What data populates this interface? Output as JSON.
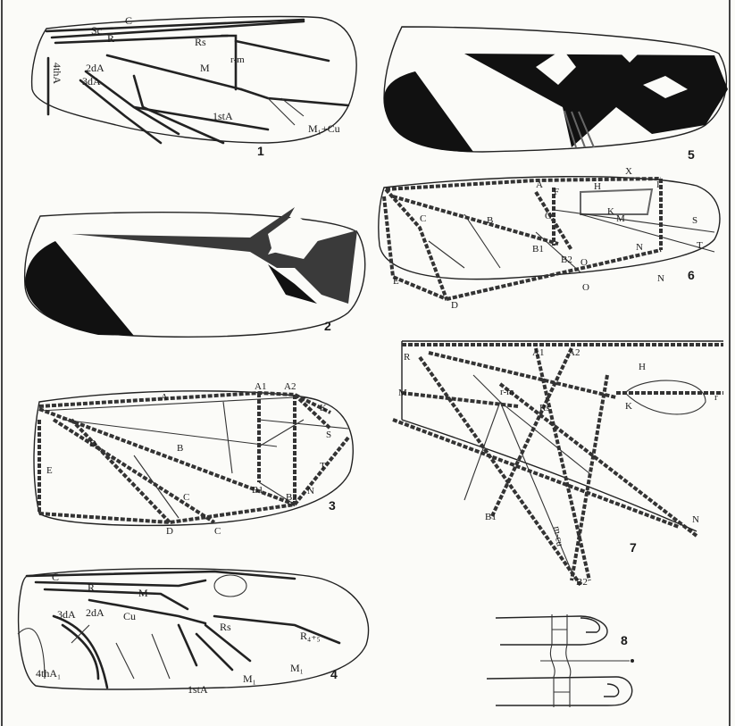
{
  "figures": {
    "fig1": {
      "number": "1",
      "labels": {
        "c": "C",
        "sc": "Sc",
        "r": "R",
        "rs": "Rs",
        "rm": "r-m",
        "m": "M",
        "m1cu": "M₁+Cu",
        "a1": "1stA",
        "a2": "2dA",
        "a3": "3dA",
        "a4": "4thA"
      }
    },
    "fig2": {
      "number": "2"
    },
    "fig3": {
      "number": "3",
      "labels": {
        "a": "A",
        "a1": "A1",
        "a2": "A2",
        "k": "K",
        "s": "S",
        "t": "T",
        "b": "B",
        "b1": "B1",
        "b2": "B2",
        "n": "N",
        "c": "C",
        "c2": "C",
        "d": "D",
        "d2": "D",
        "e": "E"
      }
    },
    "fig4": {
      "number": "4",
      "labels": {
        "c": "C",
        "r": "R",
        "m": "M",
        "cu": "Cu",
        "rs": "Rs",
        "r45": "R₄₊₅",
        "m1a": "M₁",
        "m1b": "M₁",
        "a1": "1stA",
        "a2": "2dA",
        "a3": "3dA",
        "a4": "4thA₁"
      }
    },
    "fig5": {
      "number": "5"
    },
    "fig6": {
      "number": "6",
      "labels": {
        "x": "X",
        "a": "A",
        "f": "F",
        "h": "H",
        "i": "I",
        "k": "K",
        "g": "G",
        "b": "B",
        "m": "M",
        "s": "S",
        "c": "C",
        "n": "N",
        "t": "T",
        "b1": "B1",
        "b2": "B2",
        "o": "O",
        "o2": "O",
        "n2": "N",
        "e": "E",
        "d": "D"
      }
    },
    "fig7": {
      "number": "7",
      "labels": {
        "r": "R",
        "a1": "A1",
        "a2": "A2",
        "h": "H",
        "m": "M",
        "rm": "r-m",
        "rs": "Rs",
        "k": "K",
        "r2": "r",
        "mcu": "m-cu",
        "b1": "B1",
        "b2": "B2",
        "n": "N"
      }
    },
    "fig8": {
      "number": "8"
    }
  }
}
